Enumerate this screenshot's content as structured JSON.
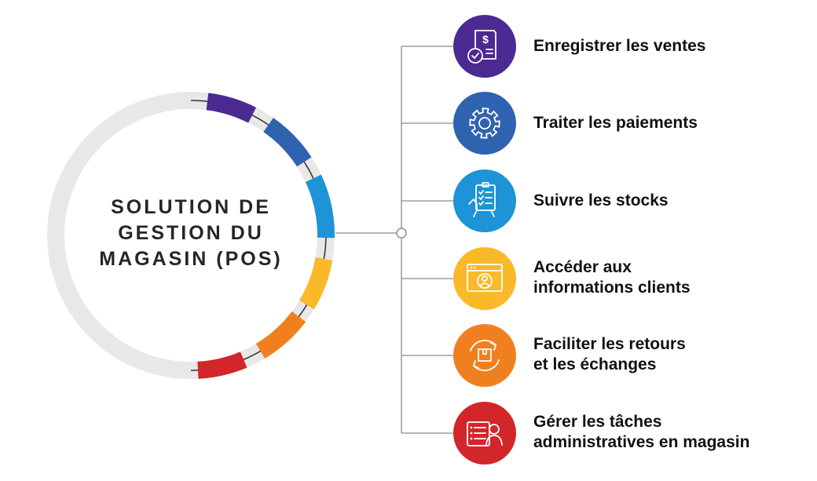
{
  "center": {
    "title_lines": [
      "SOLUTION DE",
      "GESTION DU",
      "MAGASIN (POS)"
    ]
  },
  "features": [
    {
      "id": "sales",
      "lines": [
        "Enregistrer les ventes"
      ],
      "icon": "receipt-dollar-check-icon",
      "color": "#4B2A91"
    },
    {
      "id": "payments",
      "lines": [
        "Traiter les paiements"
      ],
      "icon": "gear-icon",
      "color": "#2F63B0"
    },
    {
      "id": "stock",
      "lines": [
        "Suivre les stocks"
      ],
      "icon": "clipboard-checklist-hand-icon",
      "color": "#1E93D6"
    },
    {
      "id": "clients",
      "lines": [
        "Accéder aux",
        "informations clients"
      ],
      "icon": "browser-user-profile-icon",
      "color": "#F9B928"
    },
    {
      "id": "returns",
      "lines": [
        "Faciliter les retours",
        "et les échanges"
      ],
      "icon": "box-cycle-arrows-icon",
      "color": "#F0801F"
    },
    {
      "id": "admin",
      "lines": [
        "Gérer les tâches",
        "administratives en magasin"
      ],
      "icon": "form-person-icon",
      "color": "#D3262A"
    }
  ],
  "colors": {
    "ring_base": "#E8E8E8",
    "connector": "#8A8A8A",
    "text": "#262626"
  }
}
